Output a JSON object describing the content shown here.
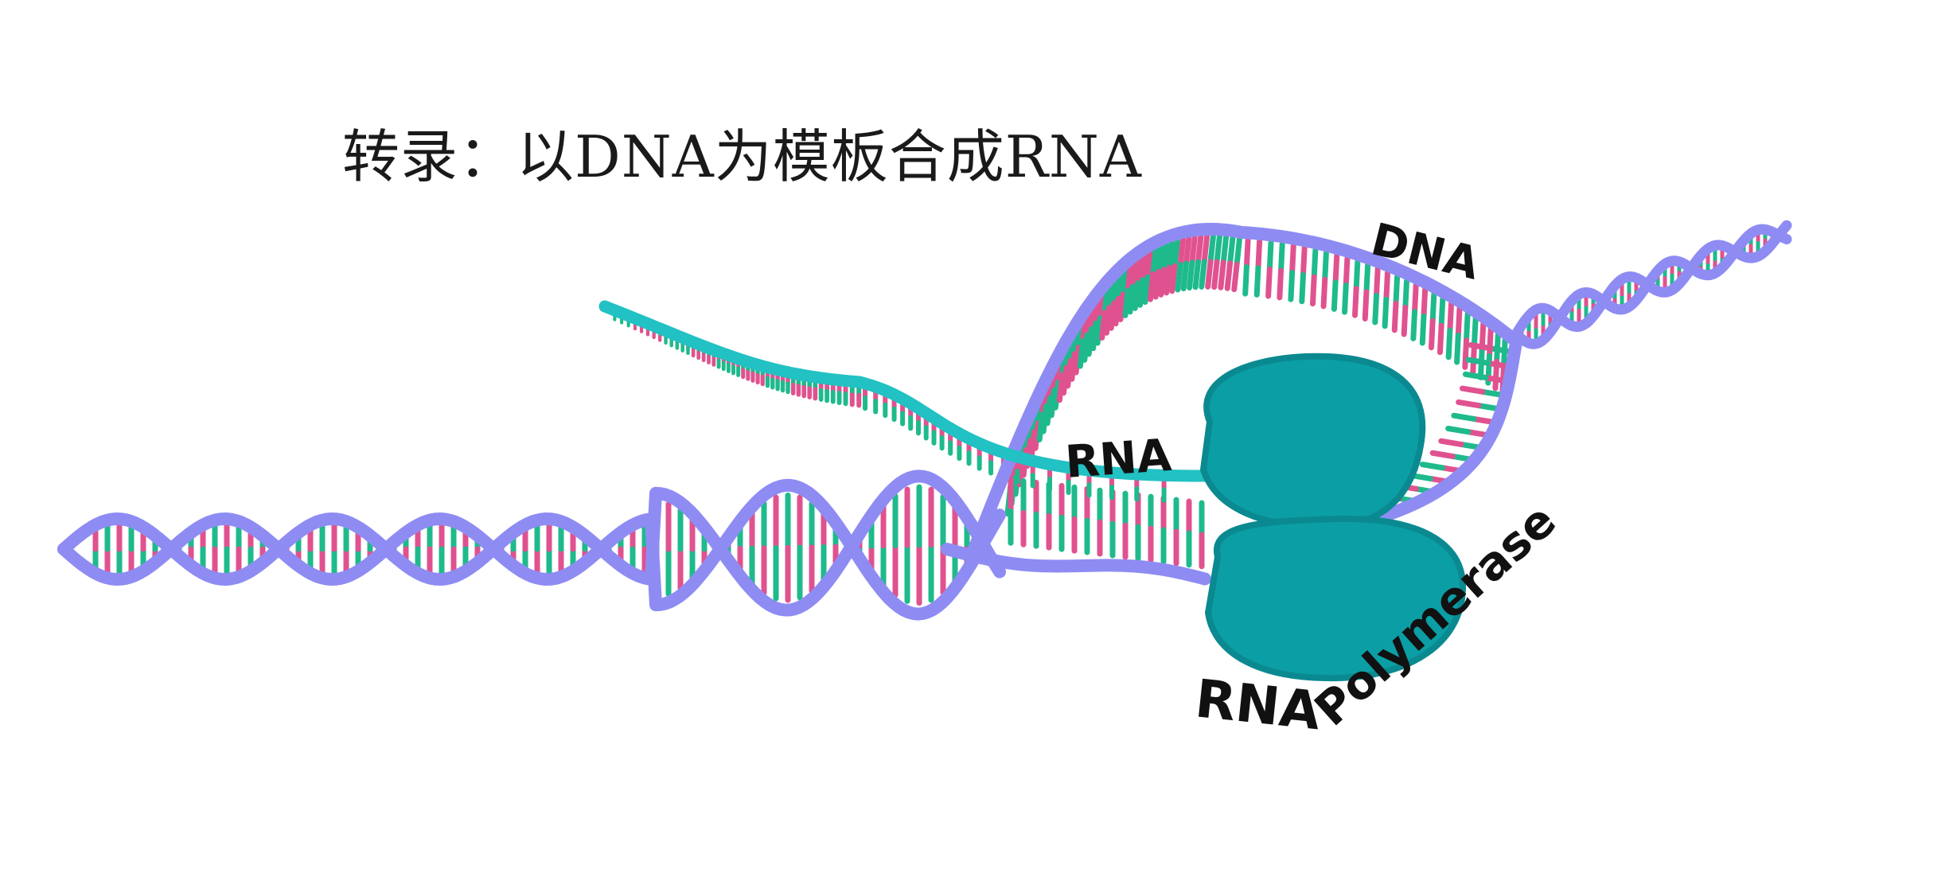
{
  "title": "转录：以DNA为模板合成RNA",
  "labels": {
    "dna": "DNA",
    "rna": "RNA",
    "polymerase_rna": "RNA",
    "polymerase_word": "Polymerase"
  },
  "colors": {
    "backbone": "#8e8cf3",
    "rna_backbone": "#22c1c3",
    "base_pink": "#e0528f",
    "base_green": "#1fba8c",
    "polymerase": "#0b9ea5",
    "polymerase_edge": "#0a8a90"
  }
}
